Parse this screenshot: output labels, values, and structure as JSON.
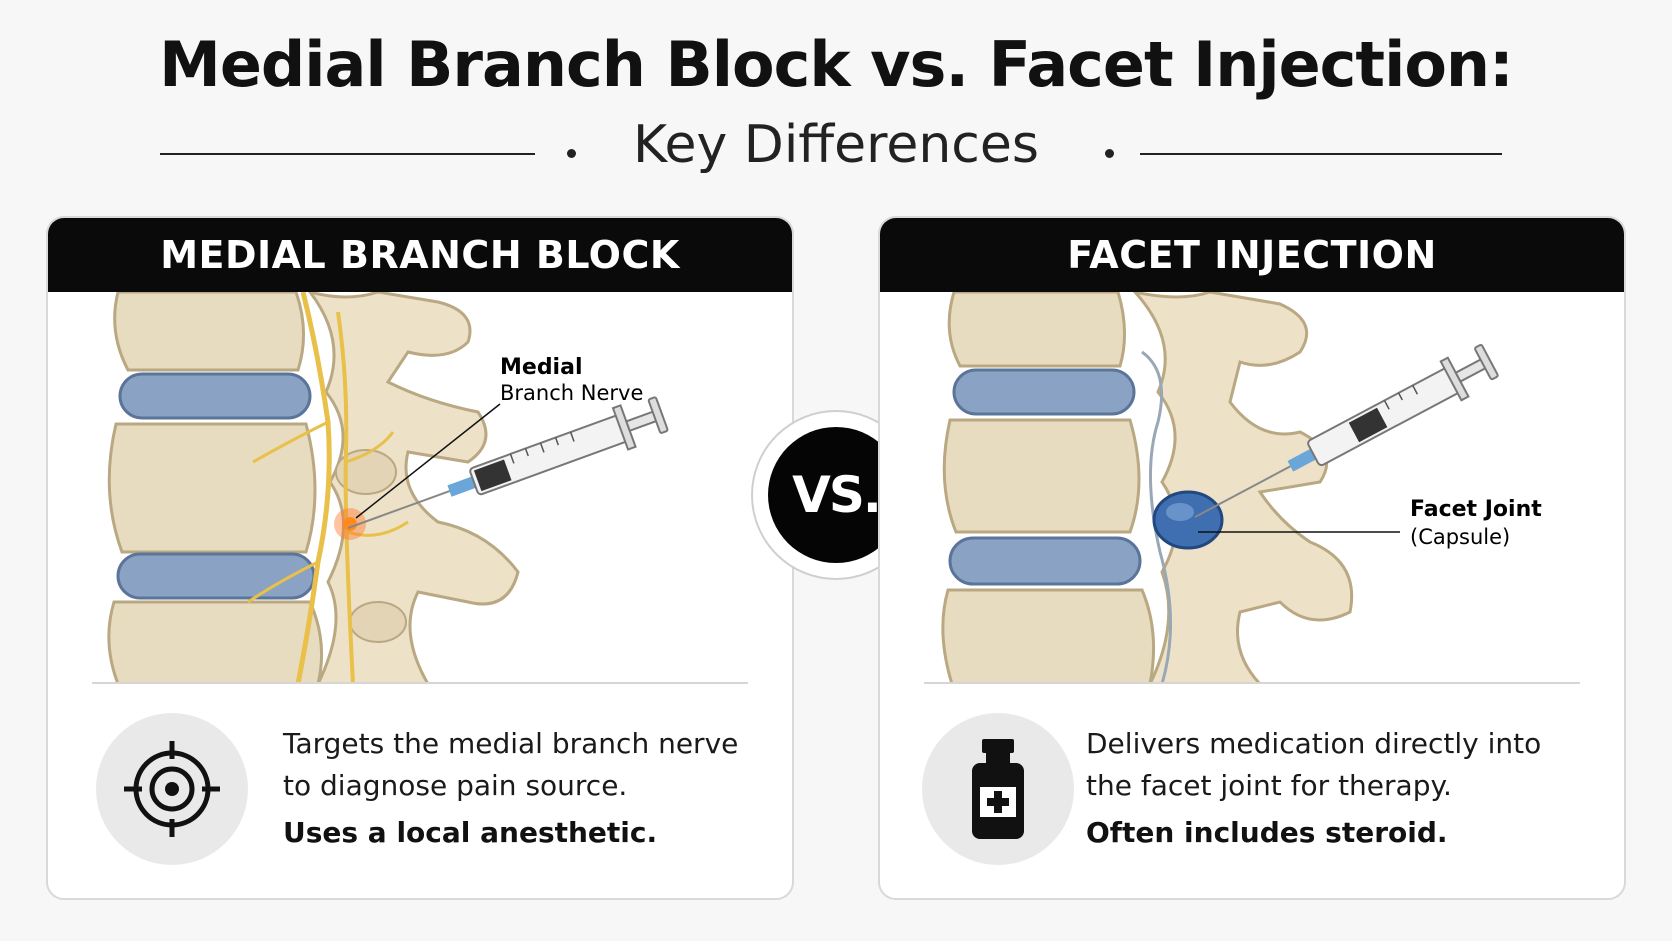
{
  "header": {
    "title": "Medial Branch Block vs. Facet Injection:",
    "subtitle": "Key Differences"
  },
  "vs_label": "VS.",
  "left_panel": {
    "heading": "MEDIAL BRANCH BLOCK",
    "label_bold": "Medial",
    "label_normal": "Branch Nerve",
    "icon": "target-icon",
    "description": "Targets the medial branch nerve to diagnose pain source.",
    "emphasis": "Uses a local anesthetic."
  },
  "right_panel": {
    "heading": "FACET INJECTION",
    "label_bold": "Facet Joint",
    "label_normal": "(Capsule)",
    "icon": "medicine-vial-icon",
    "description": "Delivers medication directly into the facet joint for therapy.",
    "emphasis": "Often includes steroid."
  },
  "colors": {
    "header_bar": "#0a0a0a",
    "bone": "#e8dcc0",
    "disc": "#8aa3c4",
    "nerve": "#e8c04a",
    "target_glow": "#ff7a2e",
    "joint_capsule": "#3f6fb0"
  }
}
